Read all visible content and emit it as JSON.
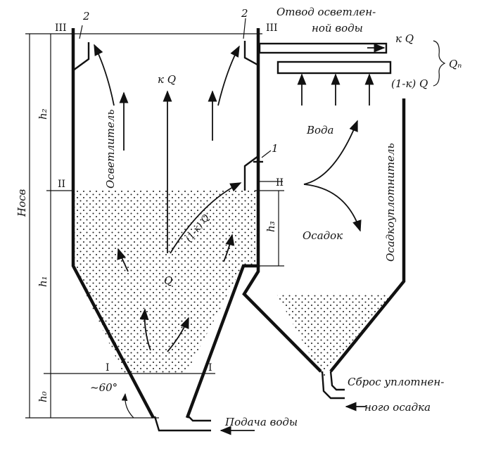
{
  "labels": {
    "outlet_line1": "Отвод осветлен-",
    "outlet_line2": "ной воды",
    "feed": "Подача воды",
    "discharge_line1": "Сброс уплотнен-",
    "discharge_line2": "ного осадка",
    "clarifier": "Осветлитель",
    "thickener": "Осадкоуплотнитель",
    "water": "Вода",
    "sludge": "Осадок",
    "kq_center": "к Q",
    "kq_outlet": "к Q",
    "fraction_outlet": "(1-к) Q",
    "fraction_curve": "(1-к) Q",
    "q_in": "Q",
    "q_total": "Qₙ",
    "angle": "~60°",
    "h_total": "Hосв",
    "h1": "h₁",
    "h2": "h₂",
    "h3": "h₃",
    "h0": "h₀",
    "level_3_left": "III",
    "level_3_right": "III",
    "level_2_left": "II",
    "level_2_right": "II",
    "level_1_left": "I",
    "level_1_right": "I",
    "marker_2_left": "2",
    "marker_2_right": "2",
    "marker_1": "1"
  }
}
